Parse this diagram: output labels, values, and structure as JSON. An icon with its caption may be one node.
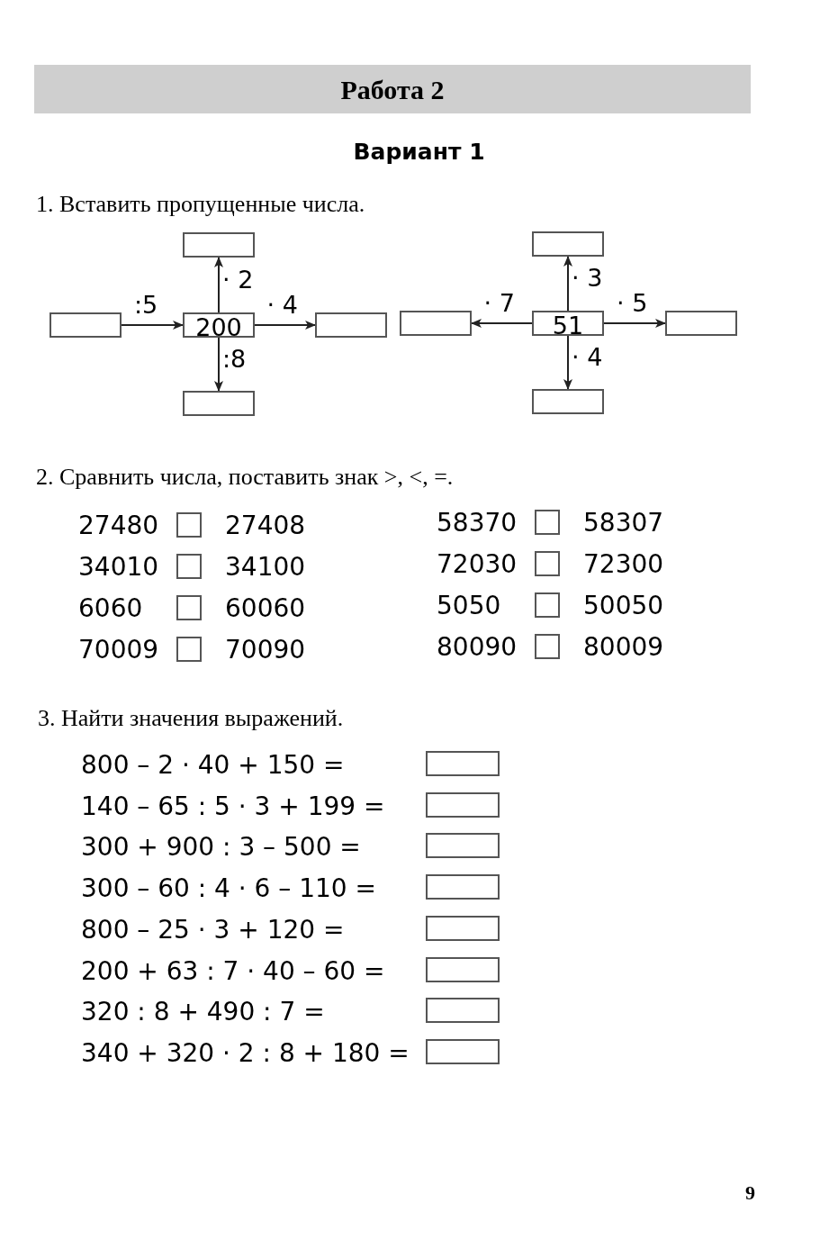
{
  "diagram": {
    "title": "Работа 2",
    "nodes": [
      {
        "text": [],
        "shape": "box"
      },
      {
        "text": [],
        "shape": "box"
      },
      {
        "text": [
          "200"
        ]
      },
      {
        "text": [],
        "shape": "box"
      },
      {
        "text": [],
        "shape": "box"
      },
      {
        "text": [],
        "shape": "box"
      },
      {
        "text": [],
        "shape": "box"
      },
      {
        "text": [
          "51"
        ]
      },
      {
        "text": [],
        "shape": "box"
      },
      {
        "text": [],
        "shape": "box"
      }
    ],
    "edges": [
      {
        "from": 1,
        "to": 2,
        "arrow": "to",
        "label": ":5"
      },
      {
        "from": 2,
        "to": 0,
        "arrow": "to",
        "label": "· 2"
      },
      {
        "from": 2,
        "to": 3,
        "arrow": "to",
        "label": "· 4"
      },
      {
        "from": 2,
        "to": 4,
        "arrow": "to",
        "label": ":8"
      },
      {
        "from": 7,
        "to": 5,
        "arrow": "to",
        "label": "· 3"
      },
      {
        "from": 7,
        "to": 6,
        "arrow": "to",
        "label": "· 7"
      },
      {
        "from": 7,
        "to": 8,
        "arrow": "to",
        "label": "· 5"
      },
      {
        "from": 7,
        "to": 9,
        "arrow": "to",
        "label": "· 4"
      }
    ],
    "labels": [
      "Вариант 1",
      "1. Вставить пропущенные числа.",
      "2. Сравнить числа, поставить знак >, <, =.",
      "27480",
      "27408",
      "58370",
      "58307",
      "34010",
      "34100",
      "72030",
      "72300",
      "6060",
      "60060",
      "5050",
      "50050",
      "70009",
      "70090",
      "80090",
      "80009",
      "3. Найти значения выражений.",
      "800 – 2 · 40 + 150 =",
      "140 – 65 : 5 · 3 + 199 =",
      "300 + 900 : 3 – 500 =",
      "300 – 60 : 4 · 6 – 110 =",
      "800 – 25 · 3 + 120 =",
      "200 + 63 : 7 · 40 – 60 =",
      "320 : 8 + 490 : 7 =",
      "340 + 320 · 2 : 8 + 180 =",
      "9"
    ]
  }
}
